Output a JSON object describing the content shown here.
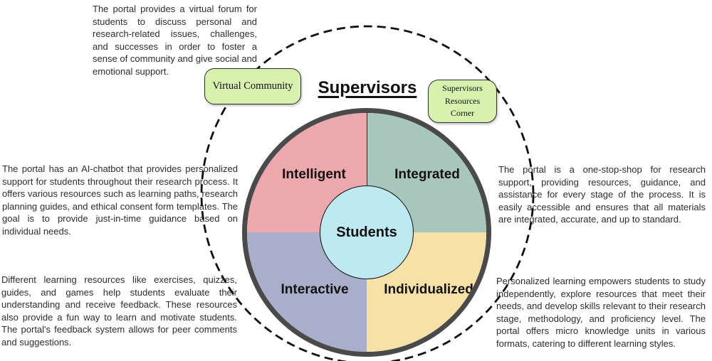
{
  "diagram": {
    "title": "Supervisors",
    "center_label": "Students",
    "center_color": "#bfe9f1",
    "ring_border_color": "#4a4a4a",
    "dashed_boundary_color": "#111111",
    "quadrants": [
      {
        "label": "Intelligent",
        "color": "#eda8ad"
      },
      {
        "label": "Integrated",
        "color": "#a8c6bb"
      },
      {
        "label": "Interactive",
        "color": "#a9aecb"
      },
      {
        "label": "Individualized",
        "color": "#f6e2a6"
      }
    ]
  },
  "callouts": {
    "fill_color": "#d9f1ae",
    "virtual_community": "Virtual Community",
    "supervisors_resources": "Supervisors Resources Corner"
  },
  "paragraphs": {
    "virtual_community": "The portal provides a virtual forum for students to discuss personal and research-related issues, challenges, and successes in order to foster a sense of community and give social and emotional support.",
    "intelligent": "The portal has an AI-chatbot that provides personalized support for students throughout their research process. It offers various resources such as learning paths, research planning guides, and ethical consent form templates. The goal is to provide just-in-time guidance based on individual needs.",
    "interactive": "Different learning resources like exercises, quizzes, guides, and games help students evaluate their understanding and receive feedback. These resources also provide a fun way to learn and motivate students. The portal's feedback system allows for peer comments and suggestions.",
    "integrated": "The portal is a one-stop-shop for research support, providing resources, guidance, and assistance for every stage of the process. It is easily accessible and ensures that all materials are integrated, accurate, and up to standard.",
    "individualized": "Personalized learning empowers students to study independently, explore resources that meet their needs, and develop skills relevant to their research stage, methodology, and proficiency level. The portal offers micro knowledge units in various formats, catering to different learning styles."
  }
}
